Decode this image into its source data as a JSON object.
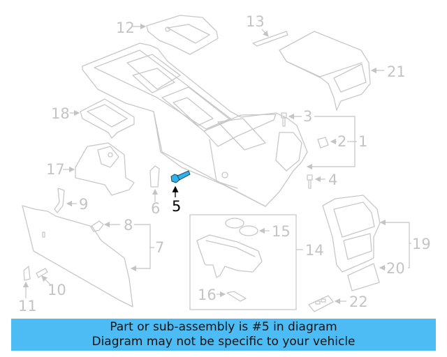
{
  "diagram": {
    "type": "exploded-parts-diagram",
    "subject": "Center console assembly",
    "highlighted_part": "5",
    "highlight_color": "#33b0e8",
    "line_color": "#c8c8c8",
    "callouts": [
      {
        "id": "1",
        "label": "1"
      },
      {
        "id": "2",
        "label": "2"
      },
      {
        "id": "3",
        "label": "3"
      },
      {
        "id": "4",
        "label": "4"
      },
      {
        "id": "5",
        "label": "5"
      },
      {
        "id": "6",
        "label": "6"
      },
      {
        "id": "7",
        "label": "7"
      },
      {
        "id": "8",
        "label": "8"
      },
      {
        "id": "9",
        "label": "9"
      },
      {
        "id": "10",
        "label": "10"
      },
      {
        "id": "11",
        "label": "11"
      },
      {
        "id": "12",
        "label": "12"
      },
      {
        "id": "13",
        "label": "13"
      },
      {
        "id": "14",
        "label": "14"
      },
      {
        "id": "15",
        "label": "15"
      },
      {
        "id": "16",
        "label": "16"
      },
      {
        "id": "17",
        "label": "17"
      },
      {
        "id": "18",
        "label": "18"
      },
      {
        "id": "19",
        "label": "19"
      },
      {
        "id": "20",
        "label": "20"
      },
      {
        "id": "21",
        "label": "21"
      },
      {
        "id": "22",
        "label": "22"
      }
    ]
  },
  "banner": {
    "background": "#4dbcf4",
    "line1": "Part or sub-assembly is #5 in diagram",
    "line2": "Diagram may not be specific to your vehicle"
  }
}
